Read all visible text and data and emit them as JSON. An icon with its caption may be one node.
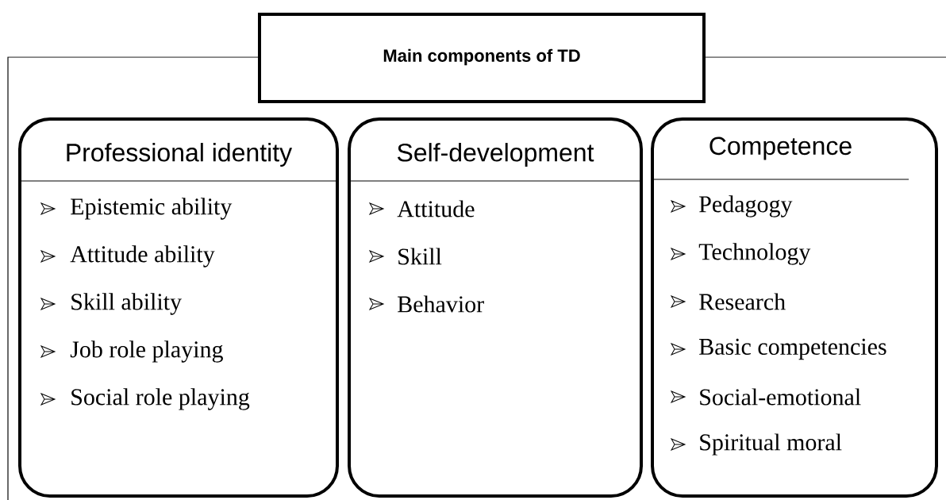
{
  "diagram": {
    "nodes": [
      {
        "text": [
          "Main components of TD"
        ]
      },
      {
        "text": [
          "Professional identity",
          "Epistemic ability",
          "Attitude ability",
          "Skill ability",
          "Job role playing",
          "Social role playing"
        ]
      },
      {
        "text": [
          "Self-development",
          "Attitude",
          "Skill",
          "Behavior"
        ]
      },
      {
        "text": [
          "Competence",
          "Pedagogy",
          "Technology",
          "Research",
          "Basic competencies",
          "Social-emotional",
          "Spiritual moral"
        ]
      }
    ]
  }
}
